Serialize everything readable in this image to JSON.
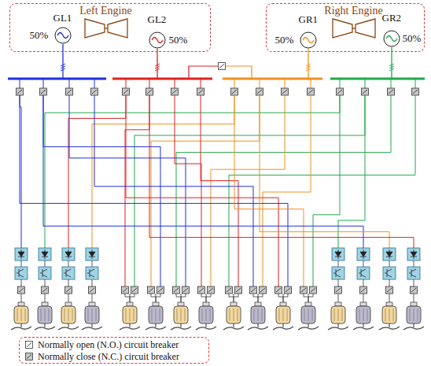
{
  "diagram": {
    "nodes": [
      {
        "text": [
          "Left Engine"
        ]
      },
      {
        "text": [
          "GL1",
          "50%"
        ],
        "in": 0
      },
      {
        "text": [
          "GL2",
          "50%"
        ],
        "in": 0
      },
      {
        "text": [
          "Right Engine"
        ]
      },
      {
        "text": [
          "GR1",
          "50%"
        ],
        "in": 3
      },
      {
        "text": [
          "GR2",
          "50%"
        ],
        "in": 3
      }
    ],
    "legend": [
      {
        "text": "Normally open (N.O.) circuit breaker"
      },
      {
        "text": "Normally close (N.C.) circuit breaker"
      }
    ]
  }
}
